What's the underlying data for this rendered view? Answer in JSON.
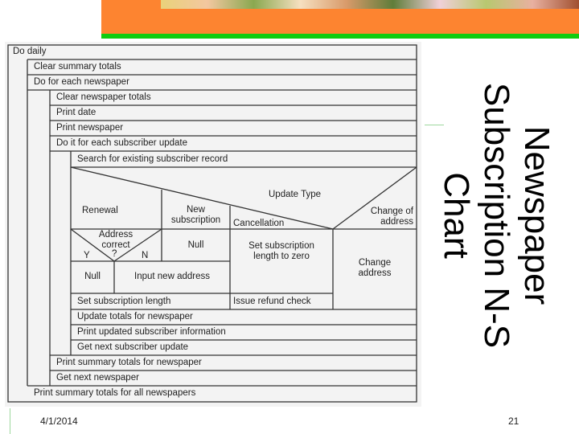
{
  "slide": {
    "title_lines": [
      "Newspaper",
      "Subscription N-S",
      "Chart"
    ],
    "date": "4/1/2014",
    "page": "21"
  },
  "chart": {
    "do_daily": "Do daily",
    "clear_summary": "Clear summary totals",
    "for_each_newspaper": "Do for each newspaper",
    "clear_newspaper": "Clear newspaper totals",
    "print_date": "Print date",
    "print_newspaper": "Print newspaper",
    "for_each_update": "Do it for each subscriber update",
    "search": "Search for existing subscriber record",
    "update_type": "Update Type",
    "renewal": "Renewal",
    "new_subscription": "New subscription",
    "cancellation": "Cancellation",
    "change_of_address": "Change of address",
    "address_correct": "Address correct",
    "q": "?",
    "yes": "Y",
    "no": "N",
    "null1": "Null",
    "null2": "Null",
    "input_address": "Input new address",
    "set_zero": "Set subscription length to zero",
    "change_address": "Change address",
    "set_length": "Set subscription length",
    "refund": "Issue refund check",
    "update_totals": "Update totals for newspaper",
    "print_updated": "Print updated subscriber information",
    "get_next_update": "Get next subscriber update",
    "print_summary_newspaper": "Print summary totals for newspaper",
    "get_next_newspaper": "Get next newspaper",
    "print_summary_all": "Print summary totals for all newspapers"
  }
}
